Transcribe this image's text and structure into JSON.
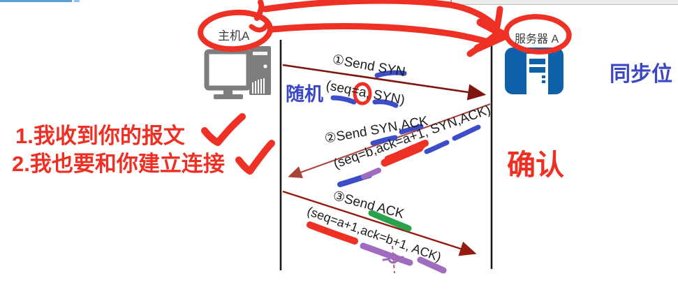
{
  "diagram": {
    "host": {
      "label": "主机A"
    },
    "server": {
      "label": "服务器 A"
    },
    "messages": [
      {
        "title": "①Send SYN",
        "detail": "(seq=a, SYN)"
      },
      {
        "title": "②Send SYN,ACK",
        "detail": "(seq=b,ack=a+1, SYN,ACK)"
      },
      {
        "title": "③Send ACK",
        "detail": "(seq=a+1,ack=b+1, ACK)"
      }
    ]
  },
  "annotations": {
    "random_label": "随机",
    "sync_bit_label": "同步位",
    "confirm_label": "确认",
    "note_line1": "1.我收到你的报文",
    "note_line2": "2.我也要和你建立连接"
  },
  "colors": {
    "annotation_red": "#ee3124",
    "note_red": "#ee2f24",
    "marker_blue": "#3d4dc9",
    "label_blue": "#3b47c4",
    "marker_purple": "#a06cc0",
    "marker_green": "#2aa24c",
    "arrow_dark_red": "#7e150e",
    "arrow_mid_red": "#aa4238",
    "arrow_red": "#971a10",
    "timeline_black": "#1a1a1a",
    "server_blue": "#0e61a9",
    "icon_gray": "#7e7e7e",
    "top_line_blue": "#56a0d3"
  }
}
